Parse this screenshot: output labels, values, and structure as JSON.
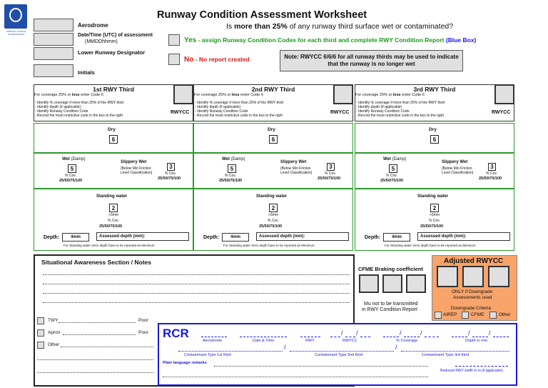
{
  "header": {
    "title": "Runway Condition Assessment Worksheet",
    "subtitle_pre": "Is ",
    "subtitle_bold": "more than 25%",
    "subtitle_post": " of any runway third surface wet or contaminated?",
    "aerodrome_label": "Aerodrome",
    "datetime_label": "Date/Time (UTC) of assessment",
    "datetime_sub": "(MMDDhhmm)",
    "runway_label": "Lower Runway Designator",
    "initials_label": "Initials",
    "yes_bold": "Yes",
    "yes_text": " - assign Runway Condition Codes for each third and complete RWY Condition Report ",
    "yes_blue": "(Blue Box)",
    "no_bold": "No",
    "no_text": " - No report created",
    "note": "Note: RWYCC 6/6/6 for all runway thirds may be used to indicate that the runway is no longer wet",
    "logo_text": "AIRPORT COUNCIL INTERNATIONAL"
  },
  "thirds": [
    {
      "title": "1st RWY Third"
    },
    {
      "title": "2nd RWY Third"
    },
    {
      "title": "3rd RWY Third"
    }
  ],
  "third_common": {
    "coverage_note_pre": "For coverage 25% or ",
    "coverage_note_bold": "less",
    "coverage_note_post": " enter Code 6",
    "instructions": [
      "- Identify % coverage if more than 25% of the RWY third",
      "- Identify depth (if applicable)",
      "- Identify Runway Condition Code",
      "- Record the most restrictive code in the box to the right"
    ],
    "rwycc_label": "RWYCC",
    "dry_label": "Dry",
    "dry_code": "6",
    "wet_label": "Wet",
    "wet_sub": "(Damp)",
    "wet_code": "5",
    "cov_label": "% Cov.",
    "cov_values": "25/50/75/100",
    "slippery_label": "Slippery Wet",
    "slippery_sub1": "(Below Min Friction",
    "slippery_sub2": "Level Classification)",
    "slippery_code": "3",
    "standing_label": "Standing water",
    "standing_code": "2",
    "standing_depth": ">3mm",
    "depth_label": "Depth:",
    "depth_value": "4mm",
    "assessed_label": "Assessed depth (mm):",
    "standing_note": "For Standing water 4mm depth have to be reported as Minimum"
  },
  "situational": {
    "title": "Situational Awareness Section / Notes",
    "twy_label": "TWY",
    "apron_label": "Apron",
    "other_label": "Other",
    "poor_label": "Poor"
  },
  "cfme": {
    "title": "CFME Braking coefficient",
    "note1": "Mu not to be transmitted",
    "note2": "in RWY Condition Report"
  },
  "adjusted": {
    "title": "Adjusted RWYCC",
    "only_note1": "ONLY if Downgrade",
    "only_note2": "Assessments used",
    "criteria_title": "Downgrade Criteria",
    "criteria": [
      "AIREP",
      "CFME",
      "Other"
    ]
  },
  "rcr": {
    "title": "RCR",
    "slash": "/",
    "fields": [
      "Aerodrome",
      "Date & Time",
      "RWY",
      "RWYCC",
      "% Coverage",
      "Depth in mm"
    ],
    "contaminant_1": "Contaminant Type 1st third",
    "contaminant_2": "Contaminant Type 2nd third",
    "contaminant_3": "Contaminant Type 3rd third",
    "plain_language": "Plain language remarks",
    "reduced_width": "Reduced RWY width in m (if applicable)"
  }
}
